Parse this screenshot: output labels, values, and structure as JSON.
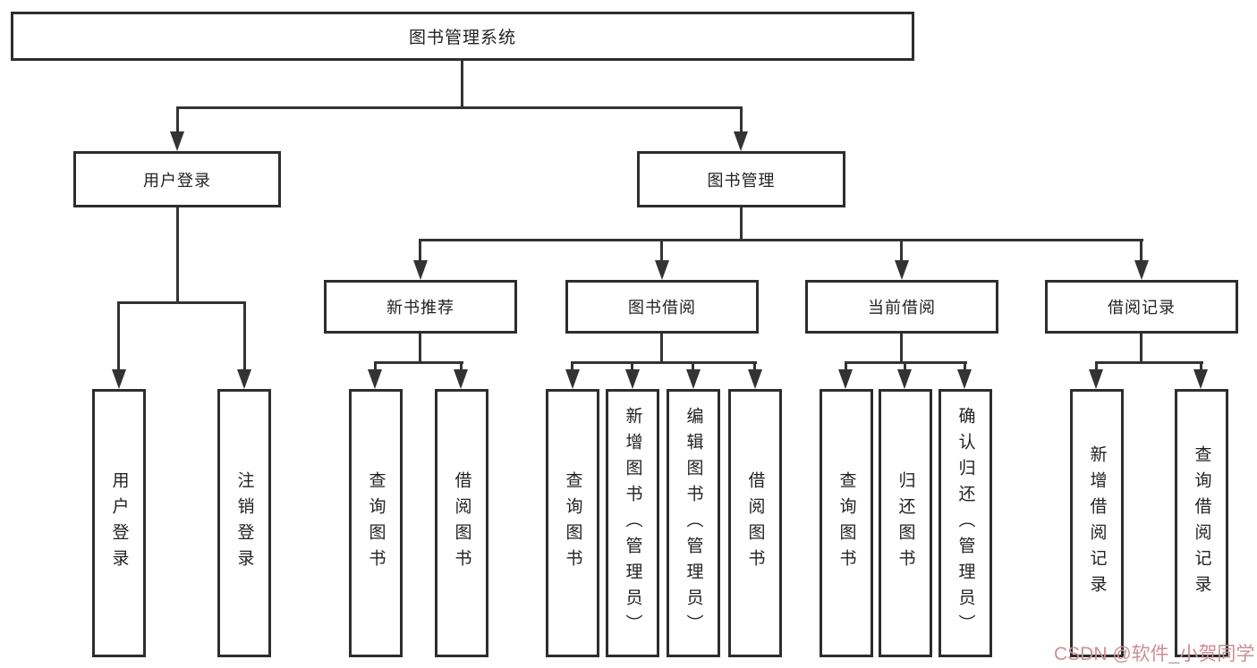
{
  "tree": {
    "root": "图书管理系统",
    "level2": [
      "用户登录",
      "图书管理"
    ],
    "user_login_children": [
      "用户登录",
      "注销登录"
    ],
    "book_mgmt_sections": [
      {
        "label": "新书推荐",
        "children": [
          "查询图书",
          "借阅图书"
        ]
      },
      {
        "label": "图书借阅",
        "children": [
          "查询图书",
          "新增图书（管理员）",
          "编辑图书（管理员）",
          "借阅图书"
        ]
      },
      {
        "label": "当前借阅",
        "children": [
          "查询图书",
          "归还图书",
          "确认归还（管理员）"
        ]
      },
      {
        "label": "借阅记录",
        "children": [
          "新增借阅记录",
          "查询借阅记录"
        ]
      }
    ]
  },
  "watermark": {
    "text": "CSDN @软件_小贺同学",
    "color": "#cb8e96"
  },
  "colors": {
    "line": "#333333",
    "box_border": "#2d2d2d",
    "text": "#222222",
    "background": "#ffffff"
  }
}
